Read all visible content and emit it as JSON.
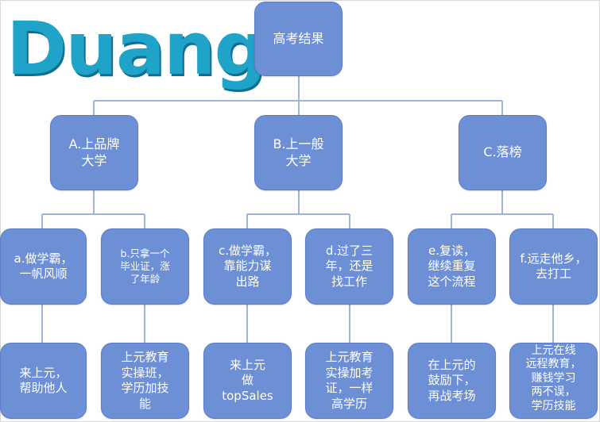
{
  "logo": {
    "text": "Duang"
  },
  "root": "高考结果",
  "level1": [
    "A.上品牌\n大学",
    "B.上一般\n大学",
    "C.落榜"
  ],
  "level2": [
    "a.做学霸，\n一帆风顺",
    "b.只拿一个\n毕业证，涨\n了年龄",
    "c.做学霸，\n靠能力谋\n出路",
    "d.过了三\n年，还是\n找工作",
    "e.复读，\n继续重复\n这个流程",
    "f.远走他乡，\n去打工"
  ],
  "level3": [
    "来上元，\n帮助他人",
    "上元教育\n实操班，\n学历加技\n能",
    "来上元\n做\ntopSales",
    "上元教育\n实操加考\n证，一样\n高学历",
    "在上元的\n鼓励下，\n再战考场",
    "上元在线\n远程教育，\n赚钱学习\n两不误，\n学历技能"
  ],
  "colors": {
    "node_fill": "#6d8fd6",
    "connector": "#9fb4d8",
    "logo": "#1fa3c8"
  }
}
